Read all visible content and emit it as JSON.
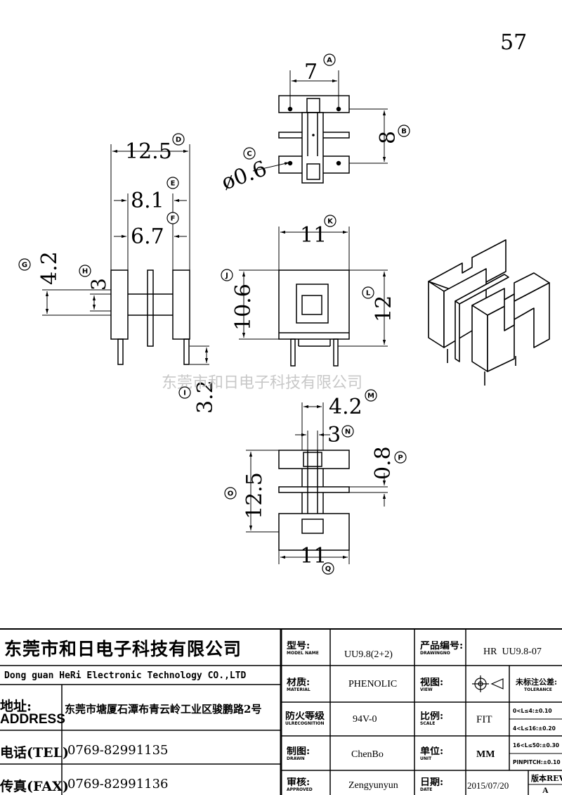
{
  "page_number": "57",
  "watermark": "东莞市和日电子科技有限公司",
  "dimensions": {
    "A": "7",
    "B": "8",
    "C": "ø0.6",
    "D": "12.5",
    "E": "8.1",
    "F": "6.7",
    "G": "4.2",
    "H": "3",
    "I": "3.2",
    "J": "10.6",
    "K": "11",
    "L": "12",
    "M": "4.2",
    "N": "3",
    "O": "12.5",
    "P": "0.8",
    "Q": "11"
  },
  "callouts": [
    "A",
    "B",
    "C",
    "D",
    "E",
    "F",
    "G",
    "H",
    "I",
    "J",
    "K",
    "L",
    "M",
    "N",
    "O",
    "P",
    "Q"
  ],
  "title_block": {
    "company_cn": "东莞市和日电子科技有限公司",
    "company_en": "Dong guan HeRi Electronic Technology CO.,LTD",
    "address_label_cn": "地址:",
    "address_label_en": "ADDRESS",
    "address": "东莞市塘厦石潭布青云岭工业区骏鹏路2号",
    "tel_label": "电话(TEL)",
    "tel": "0769-82991135",
    "fax_label": "传真(FAX)",
    "fax": "0769-82991136",
    "model_label": "型号:",
    "model_sub": "MODEL NAME",
    "model": "UU9.8(2+2)",
    "drawing_no_label": "产品编号:",
    "drawing_no_sub": "DRAWINGNO",
    "drawing_no": "HR  UU9.8-07",
    "material_label": "材质:",
    "material_sub": "MATERIAL",
    "material": "PHENOLIC",
    "view_label": "视图:",
    "view_sub": "VIEW",
    "tolerance_label": "未标注公差:",
    "tolerance_sub": "TOLERANCE",
    "tolerances": [
      "0<L≤4:±0.10",
      "4<L≤16:±0.20",
      "16<L≤50:±0.30",
      "PINPITCH:±0.10"
    ],
    "flame_label": "防火等级",
    "flame_sub": "ULRECOGNITION",
    "flame": "94V-0",
    "scale_label": "比例:",
    "scale_sub": "SCALE",
    "scale": "FIT",
    "drawn_label": "制图:",
    "drawn_sub": "DRAWN",
    "drawn": "ChenBo",
    "unit_label": "单位:",
    "unit_sub": "UNIT",
    "unit": "MM",
    "approved_label": "审核:",
    "approved_sub": "APPROVED",
    "approved": "Zengyunyun",
    "date_label": "日期:",
    "date_sub": "DATE",
    "date": "2015/07/20",
    "revision_label": "版本REV",
    "revision": "A"
  }
}
